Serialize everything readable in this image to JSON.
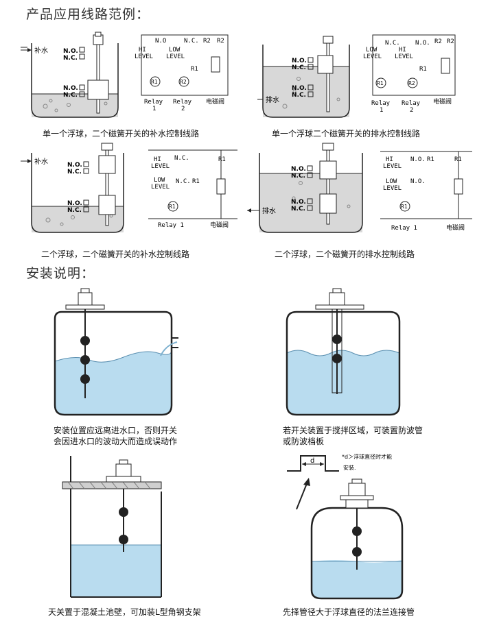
{
  "section1_title": "产品应用线路范例：",
  "section2_title": "安装说明：",
  "labels": {
    "fill": "补水",
    "drain": "排水",
    "no": "N.O.",
    "nc": "N.C.",
    "no_alt": "N.O",
    "hi": "HI",
    "low": "LOW",
    "level": "LEVEL",
    "r1": "R1",
    "r2": "R2",
    "relay1": "Relay 1",
    "relay2": "Relay 2",
    "relay": "Relay",
    "num1": "1",
    "num2": "2",
    "valve": "电磁阀",
    "d": "d"
  },
  "captions": {
    "c1": "单一个浮球，二个磁簧开关的补水控制线路",
    "c2": "单一个浮球二个磁簧开关的排水控制线路",
    "c3": "二个浮球，二个磁簧开关的补水控制线路",
    "c4": "二个浮球，二个磁簧开的排水控制线路",
    "i1_line1": "安装位置应远离进水口，否则开关",
    "i1_line2": "会因进水口的波动大而造成误动作",
    "i2_line1": "若开关装置于搅拌区域，可装置防波管",
    "i2_line2": "或防波档板",
    "i3": "天关置于混凝土池壁，可加装L型角钢支架",
    "i4": "先择管径大于浮球直径的法兰连接管",
    "note_line1": "*d＞浮球直径时才能",
    "note_line2": "安装."
  }
}
